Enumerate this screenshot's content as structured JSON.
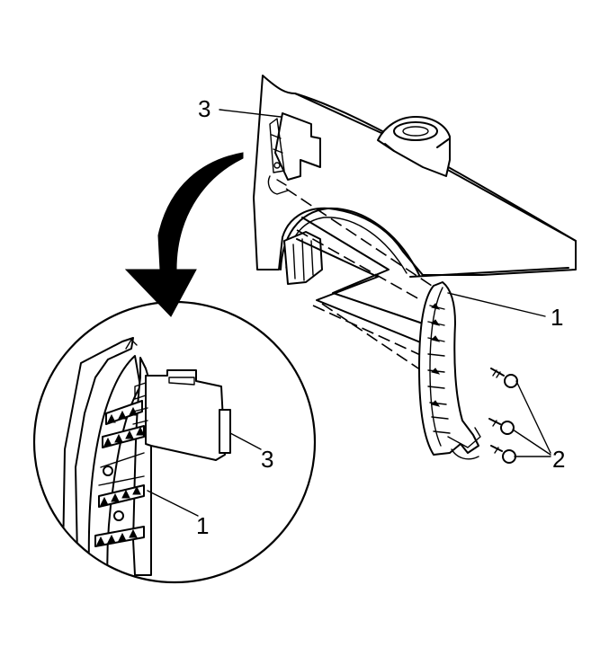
{
  "callouts": {
    "fender_item1": "1",
    "screws_item2": "2",
    "bracket_item3": "3",
    "detail_item1": "1",
    "detail_item3": "3"
  },
  "colors": {
    "line": "#000000",
    "background": "#ffffff"
  }
}
